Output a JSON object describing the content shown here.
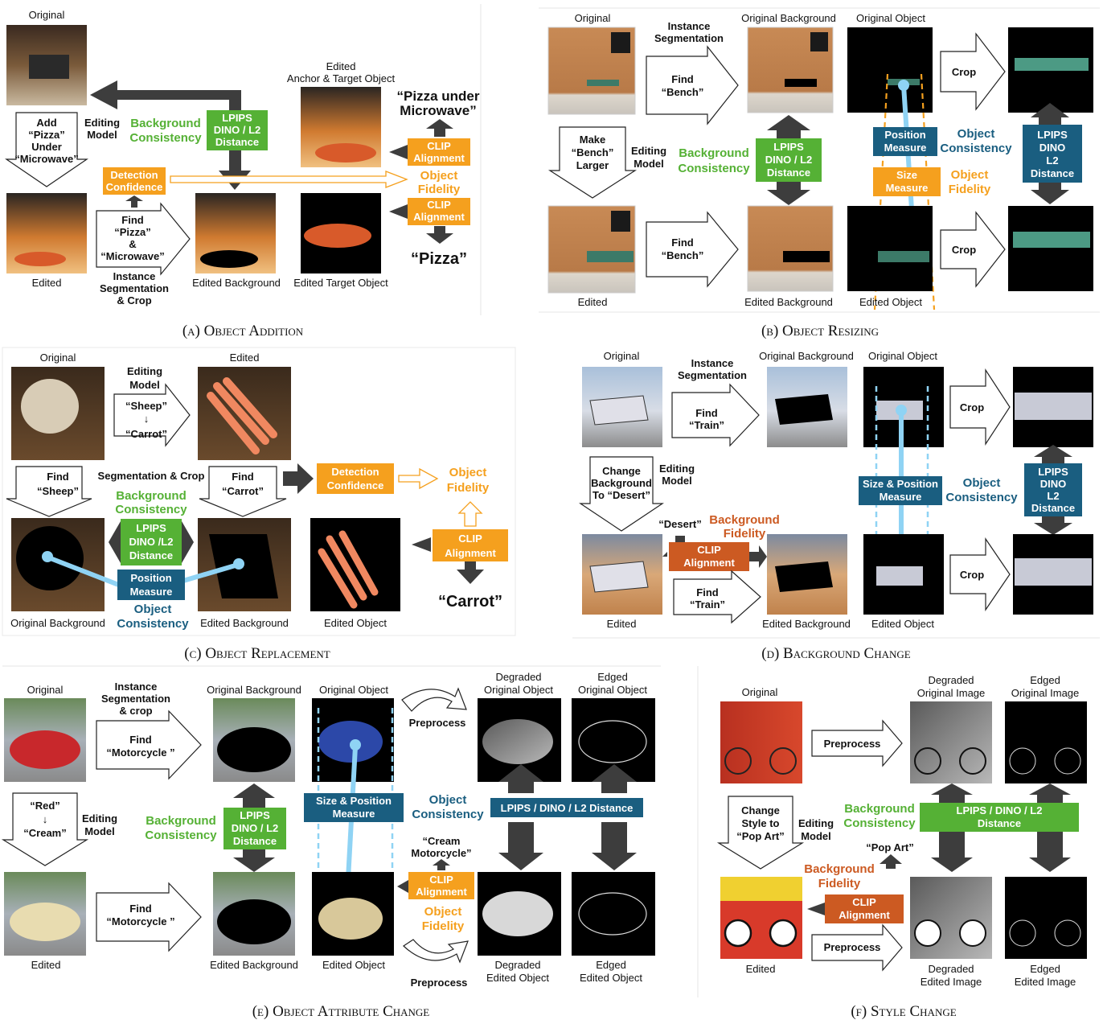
{
  "colors": {
    "green": "#55b135",
    "orange": "#f5a01e",
    "teal": "#1a5e80",
    "rust": "#cc5a22",
    "dark_arrow": "#3d3d3d",
    "light_blue": "#8fd3f4"
  },
  "panel_a": {
    "caption": "(a) Object Addition",
    "original": "Original",
    "edited": "Edited",
    "instruction": [
      "Add",
      "“Pizza”",
      "Under",
      "“Microwave”"
    ],
    "editing_model": [
      "Editing",
      "Model"
    ],
    "background_consistency": [
      "Background",
      "Consistency"
    ],
    "lpips_box": [
      "LPIPS",
      "DINO / L2",
      "Distance"
    ],
    "edited_anchor_target": [
      "Edited",
      "Anchor & Target Object"
    ],
    "detection_confidence": [
      "Detection",
      "Confidence"
    ],
    "object_fidelity": [
      "Object",
      "Fidelity"
    ],
    "clip_alignment": [
      "CLIP",
      "Alignment"
    ],
    "prompt_top": [
      "“Pizza under",
      "Microwave”"
    ],
    "prompt_bottom": "“Pizza”",
    "find_box": [
      "Find",
      "“Pizza”",
      "&",
      "“Microwave”"
    ],
    "instance_seg": [
      "Instance",
      "Segmentation",
      "& Crop"
    ],
    "edited_background": "Edited Background",
    "edited_target_object": "Edited Target Object"
  },
  "panel_b": {
    "caption": "(b) Object Resizing",
    "original": "Original",
    "edited": "Edited",
    "instance_seg": [
      "Instance",
      "Segmentation"
    ],
    "find_bench": [
      "Find",
      "“Bench”"
    ],
    "original_background": "Original Background",
    "original_object": "Original Object",
    "edited_background": "Edited Background",
    "edited_object": "Edited Object",
    "instruction": [
      "Make",
      "“Bench”",
      "Larger"
    ],
    "editing_model": [
      "Editing",
      "Model"
    ],
    "background_consistency": [
      "Background",
      "Consistency"
    ],
    "lpips_box": [
      "LPIPS",
      "DINO / L2",
      "Distance"
    ],
    "position_measure": [
      "Position",
      "Measure"
    ],
    "size_measure": [
      "Size",
      "Measure"
    ],
    "object_consistency": [
      "Object",
      "Consistency"
    ],
    "object_fidelity": [
      "Object",
      "Fidelity"
    ],
    "crop": "Crop",
    "lpips_box_right": [
      "LPIPS",
      "DINO",
      "L2",
      "Distance"
    ]
  },
  "panel_c": {
    "caption": "(c) Object Replacement",
    "original": "Original",
    "edited": "Edited",
    "editing_model": [
      "Editing",
      "Model"
    ],
    "instruction": [
      "“Sheep”",
      "↓",
      "“Carrot”"
    ],
    "find_sheep": [
      "Find",
      "“Sheep”"
    ],
    "find_carrot": [
      "Find",
      "“Carrot”"
    ],
    "seg_crop": "Segmentation & Crop",
    "background_consistency": [
      "Background",
      "Consistency"
    ],
    "lpips_box": [
      "LPIPS",
      "DINO /L2",
      "Distance"
    ],
    "detection_confidence": [
      "Detection",
      "Confidence"
    ],
    "object_fidelity": [
      "Object",
      "Fidelity"
    ],
    "position_measure": [
      "Position",
      "Measure"
    ],
    "object_consistency": [
      "Object",
      "Consistency"
    ],
    "clip_alignment": [
      "CLIP",
      "Alignment"
    ],
    "prompt": "“Carrot”",
    "original_background": "Original Background",
    "edited_background": "Edited Background",
    "edited_object": "Edited Object"
  },
  "panel_d": {
    "caption": "(d) Background Change",
    "original": "Original",
    "edited": "Edited",
    "instance_seg": [
      "Instance",
      "Segmentation"
    ],
    "find_train": [
      "Find",
      "“Train”"
    ],
    "original_background": "Original Background",
    "original_object": "Original Object",
    "instruction": [
      "Change",
      "Background",
      "To “Desert”"
    ],
    "editing_model": [
      "Editing",
      "Model"
    ],
    "size_position": [
      "Size & Position",
      "Measure"
    ],
    "object_consistency": [
      "Object",
      "Consistency"
    ],
    "lpips_box": [
      "LPIPS",
      "DINO",
      "L2",
      "Distance"
    ],
    "prompt": "“Desert”",
    "background_fidelity": [
      "Background",
      "Fidelity"
    ],
    "clip_alignment": [
      "CLIP",
      "Alignment"
    ],
    "crop": "Crop",
    "edited_background": "Edited Background",
    "edited_object": "Edited Object"
  },
  "panel_e": {
    "caption": "(e) Object Attribute Change",
    "original": "Original",
    "edited": "Edited",
    "instance_seg": [
      "Instance",
      "Segmentation",
      "& crop"
    ],
    "find_motorcycle": [
      "Find",
      "“Motorcycle ”"
    ],
    "original_background": "Original Background",
    "original_object": "Original Object",
    "preprocess": "Preprocess",
    "degraded_original_object": [
      "Degraded",
      "Original Object"
    ],
    "edged_original_object": [
      "Edged",
      "Original Object"
    ],
    "instruction": [
      "“Red”",
      "↓",
      "“Cream”"
    ],
    "editing_model": [
      "Editing",
      "Model"
    ],
    "background_consistency": [
      "Background",
      "Consistency"
    ],
    "lpips_box": [
      "LPIPS",
      "DINO / L2",
      "Distance"
    ],
    "size_position": [
      "Size & Position",
      "Measure"
    ],
    "object_consistency": [
      "Object",
      "Consistency"
    ],
    "lpips_wide": "LPIPS / DINO / L2 Distance",
    "prompt": [
      "“Cream",
      "Motorcycle”"
    ],
    "clip_alignment": [
      "CLIP",
      "Alignment"
    ],
    "object_fidelity": [
      "Object",
      "Fidelity"
    ],
    "edited_background": "Edited Background",
    "edited_object": "Edited Object",
    "degraded_edited_object": [
      "Degraded",
      "Edited Object"
    ],
    "edged_edited_object": [
      "Edged",
      "Edited Object"
    ]
  },
  "panel_f": {
    "caption": "(f) Style Change",
    "original": "Original",
    "edited": "Edited",
    "preprocess": "Preprocess",
    "degraded_original_image": [
      "Degraded",
      "Original Image"
    ],
    "edged_original_image": [
      "Edged",
      "Original Image"
    ],
    "instruction": [
      "Change",
      "Style to",
      "“Pop Art”"
    ],
    "editing_model": [
      "Editing",
      "Model"
    ],
    "background_consistency": [
      "Background",
      "Consistency"
    ],
    "lpips_box": [
      "LPIPS / DINO / L2",
      "Distance"
    ],
    "prompt": "“Pop Art”",
    "background_fidelity": [
      "Background",
      "Fidelity"
    ],
    "clip_alignment": [
      "CLIP",
      "Alignment"
    ],
    "degraded_edited_image": [
      "Degraded",
      "Edited Image"
    ],
    "edged_edited_image": [
      "Edged",
      "Edited Image"
    ]
  }
}
